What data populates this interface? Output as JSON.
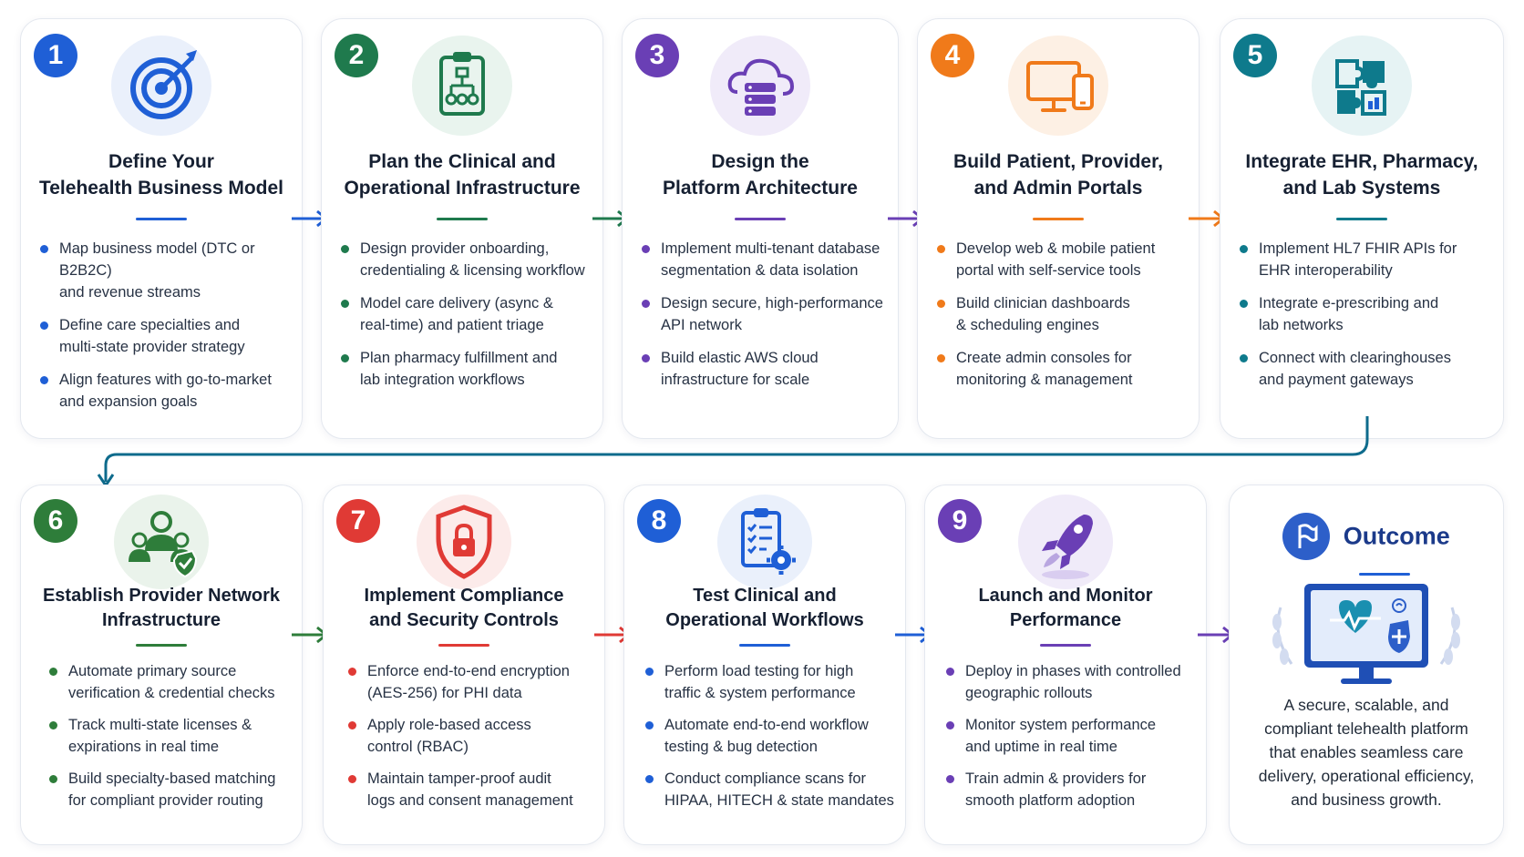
{
  "steps": [
    {
      "num": "1",
      "title_l1": "Define Your",
      "title_l2": "Telehealth Business Model",
      "color": "#1f5fd6",
      "icon": "target-icon",
      "bullets": [
        {
          "l1": "Map business model (DTC or B2B2C)",
          "l2": "and revenue streams"
        },
        {
          "l1": "Define care specialties and",
          "l2": "multi-state provider strategy"
        },
        {
          "l1": "Align features with go-to-market",
          "l2": "and expansion goals"
        }
      ]
    },
    {
      "num": "2",
      "title_l1": "Plan the Clinical and",
      "title_l2": "Operational Infrastructure",
      "color": "#1f7a4d",
      "icon": "clipboard-flow-icon",
      "bullets": [
        {
          "l1": "Design provider onboarding,",
          "l2": "credentialing & licensing workflow"
        },
        {
          "l1": "Model care delivery (async &",
          "l2": "real-time) and patient triage"
        },
        {
          "l1": "Plan pharmacy fulfillment and",
          "l2": "lab integration workflows"
        }
      ]
    },
    {
      "num": "3",
      "title_l1": "Design the",
      "title_l2": "Platform Architecture",
      "color": "#6a3fb5",
      "icon": "cloud-server-icon",
      "bullets": [
        {
          "l1": "Implement multi-tenant database",
          "l2": "segmentation & data isolation"
        },
        {
          "l1": "Design secure, high-performance",
          "l2": "API network"
        },
        {
          "l1": "Build elastic AWS cloud",
          "l2": "infrastructure for scale"
        }
      ]
    },
    {
      "num": "4",
      "title_l1": "Build Patient, Provider,",
      "title_l2": "and Admin Portals",
      "color": "#f07a1a",
      "icon": "devices-icon",
      "bullets": [
        {
          "l1": "Develop web & mobile patient",
          "l2": "portal with self-service tools"
        },
        {
          "l1": "Build clinician dashboards",
          "l2": "& scheduling engines"
        },
        {
          "l1": "Create admin consoles for",
          "l2": "monitoring & management"
        }
      ]
    },
    {
      "num": "5",
      "title_l1": "Integrate EHR, Pharmacy,",
      "title_l2": "and Lab Systems",
      "color": "#0e7a8c",
      "icon": "puzzle-icon",
      "bullets": [
        {
          "l1": "Implement HL7 FHIR APIs for",
          "l2": "EHR interoperability"
        },
        {
          "l1": "Integrate e-prescribing and",
          "l2": "lab networks"
        },
        {
          "l1": "Connect with clearinghouses",
          "l2": "and payment gateways"
        }
      ]
    },
    {
      "num": "6",
      "title_l1": "Establish Provider Network",
      "title_l2": "Infrastructure",
      "color": "#2e7d3a",
      "icon": "provider-network-icon",
      "bullets": [
        {
          "l1": "Automate primary source",
          "l2": "verification & credential checks"
        },
        {
          "l1": "Track multi-state licenses &",
          "l2": "expirations in real time"
        },
        {
          "l1": "Build specialty-based matching",
          "l2": "for compliant provider routing"
        }
      ]
    },
    {
      "num": "7",
      "title_l1": "Implement Compliance",
      "title_l2": "and Security Controls",
      "color": "#e03a35",
      "icon": "shield-lock-icon",
      "bullets": [
        {
          "l1": "Enforce end-to-end encryption",
          "l2": "(AES-256) for PHI data"
        },
        {
          "l1": "Apply role-based access",
          "l2": "control (RBAC)"
        },
        {
          "l1": "Maintain tamper-proof audit",
          "l2": "logs and consent management"
        }
      ]
    },
    {
      "num": "8",
      "title_l1": "Test Clinical and",
      "title_l2": "Operational Workflows",
      "color": "#1f5fd6",
      "icon": "checklist-gear-icon",
      "bullets": [
        {
          "l1": "Perform load testing for high",
          "l2": "traffic & system performance"
        },
        {
          "l1": "Automate end-to-end workflow",
          "l2": "testing & bug detection"
        },
        {
          "l1": "Conduct compliance scans for",
          "l2": "HIPAA, HITECH & state mandates"
        }
      ]
    },
    {
      "num": "9",
      "title_l1": "Launch and Monitor",
      "title_l2": "Performance",
      "color": "#6a3fb5",
      "icon": "rocket-icon",
      "bullets": [
        {
          "l1": "Deploy in phases with controlled",
          "l2": "geographic rollouts"
        },
        {
          "l1": "Monitor system performance",
          "l2": "and uptime in real time"
        },
        {
          "l1": "Train admin & providers for",
          "l2": "smooth platform adoption"
        }
      ]
    }
  ],
  "outcome": {
    "title": "Outcome",
    "icon": "flag-icon",
    "illustration": "health-monitor-icon",
    "desc_l1": "A secure, scalable, and",
    "desc_l2": "compliant telehealth platform",
    "desc_l3": "that enables seamless care",
    "desc_l4": "delivery, operational efficiency,",
    "desc_l5": "and business growth."
  },
  "colors": {
    "blue": "#1f5fd6",
    "green": "#1f7a4d",
    "purple": "#6a3fb5",
    "orange": "#f07a1a",
    "teal": "#0e7a8c",
    "red": "#e03a35",
    "connector": "#0e6b8c"
  }
}
